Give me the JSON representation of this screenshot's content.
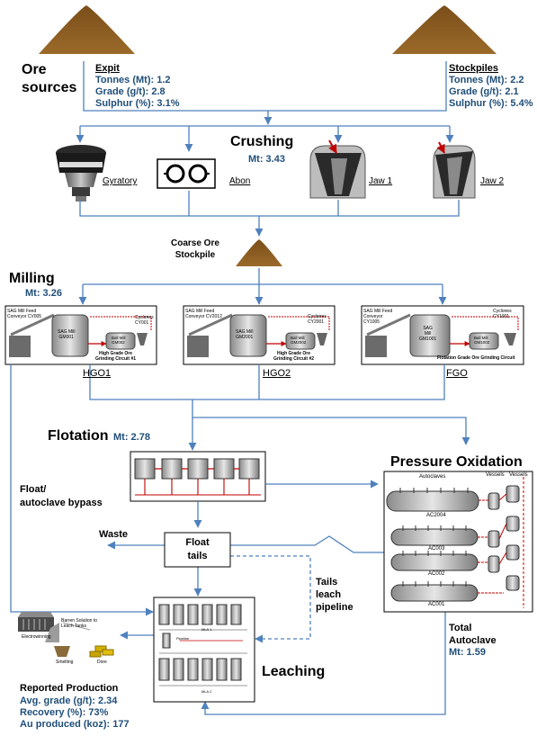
{
  "ore_sources": {
    "title": "Ore\nsources",
    "expit": {
      "name": "Expit",
      "tonnes": "Tonnes (Mt): 1.2",
      "grade": "Grade (g/t): 2.8",
      "sulphur": "Sulphur (%): 3.1%"
    },
    "stockpiles": {
      "name": "Stockpiles",
      "tonnes": "Tonnes (Mt): 2.2",
      "grade": "Grade (g/t): 2.1",
      "sulphur": "Sulphur (%): 5.4%"
    }
  },
  "crushing": {
    "title": "Crushing",
    "mt": "Mt: 3.43",
    "crushers": [
      "Gyratory",
      "Abon",
      "Jaw 1",
      "Jaw 2"
    ]
  },
  "stockpile": {
    "label": "Coarse Ore\nStockpile"
  },
  "milling": {
    "title": "Milling",
    "mt": "Mt: 3.26",
    "circuits": [
      {
        "name": "HGO1",
        "feed": "SAG Mill Feed\nConveyor CV005",
        "sag": "SAG Mill\nGM001",
        "ball": "Ball Mill\nGM002",
        "cyclones": "Cyclones\nCY001",
        "circuit": "High Grade Ore\nGrinding Circuit #1"
      },
      {
        "name": "HGO2",
        "feed": "SAG Mill Feed\nConveyor CV2012",
        "sag": "SAG Mill\nGM2001",
        "ball": "Ball Mill\nGM2002",
        "cyclones": "Cyclones\nCY2001",
        "circuit": "High Grade Ore\nGrinding Circuit #2"
      },
      {
        "name": "FGO",
        "feed": "SAG Mill Feed\nConveyor\nCY1005",
        "sag": "SAG\nMill\nGM1001",
        "ball": "Ball Mill\nGM1002",
        "cyclones": "Cyclones\nCY1001",
        "circuit": "Flotation Grade Ore Grinding Circuit"
      }
    ]
  },
  "flotation": {
    "title": "Flotation",
    "mt": "Mt: 2.78"
  },
  "bypass": {
    "label": "Float/\nautoclave bypass"
  },
  "waste": {
    "label": "Waste"
  },
  "float_tails": {
    "label": "Float\ntails"
  },
  "tails_leach": {
    "label": "Tails\nleach\npipeline"
  },
  "pressure_oxidation": {
    "title": "Pressure Oxidation",
    "autoclaves_label": "Autoclaves",
    "vessels_label_1": "Vessels",
    "vessels_label_2": "Vessels",
    "autoclaves": [
      "AC2004",
      "AC003",
      "AC002",
      "AC001"
    ]
  },
  "total_autoclave": {
    "label": "Total\nAutoclave",
    "mt": "Mt: 1.59"
  },
  "leaching": {
    "title": "Leaching",
    "tank_labels": [
      "MLA 1",
      "Pipeline",
      "MLA 2"
    ]
  },
  "production_icons": {
    "electrowinning": "Electrowinning",
    "barren": "Barren Solution to\nLeach Tanks",
    "smelting": "Smelting",
    "dore": "Dore"
  },
  "reported_production": {
    "title": "Reported Production",
    "grade": "Avg. grade (g/t): 2.34",
    "recovery": "Recovery (%): 73%",
    "au": "Au produced (koz): 177"
  },
  "colors": {
    "arrow": "#4f81bd",
    "stat_text": "#1f4e79",
    "ore_pile": "#8b5a1e",
    "pipe_red": "#c00000"
  }
}
